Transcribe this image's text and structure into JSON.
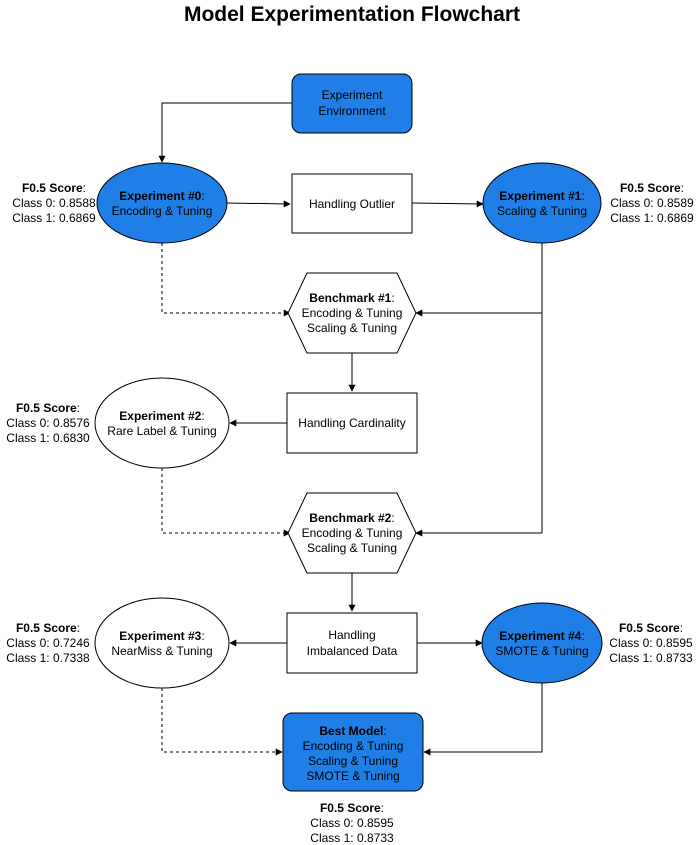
{
  "title": "Model Experimentation Flowchart",
  "nodes": {
    "env": {
      "lines": [
        "Experiment",
        "Environment"
      ]
    },
    "exp0": {
      "bold": "Experiment #0",
      "rest": ":",
      "line2": "Encoding & Tuning"
    },
    "exp1": {
      "bold": "Experiment #1",
      "rest": ":",
      "line2": "Scaling & Tuning"
    },
    "exp2": {
      "bold": "Experiment #2",
      "rest": ":",
      "line2": "Rare Label & Tuning"
    },
    "exp3": {
      "bold": "Experiment #3",
      "rest": ":",
      "line2": "NearMiss & Tuning"
    },
    "exp4": {
      "bold": "Experiment #4",
      "rest": ":",
      "line2": "SMOTE & Tuning"
    },
    "outlier": {
      "lines": [
        "Handling Outlier"
      ]
    },
    "cardinality": {
      "lines": [
        "Handling Cardinality"
      ]
    },
    "imbalanced": {
      "lines": [
        "Handling",
        "Imbalanced Data"
      ]
    },
    "bench1": {
      "bold": "Benchmark #1",
      "rest": ":",
      "line2": "Encoding & Tuning",
      "line3": "Scaling & Tuning"
    },
    "bench2": {
      "bold": "Benchmark #2",
      "rest": ":",
      "line2": "Encoding & Tuning",
      "line3": "Scaling & Tuning"
    },
    "best": {
      "bold": "Best Model",
      "rest": ":",
      "line2": "Encoding & Tuning",
      "line3": "Scaling & Tuning",
      "line4": "SMOTE & Tuning"
    }
  },
  "scores": {
    "exp0": {
      "label": "F0.5 Score",
      "rest": ":",
      "class0": "Class 0: 0.8588",
      "class1": "Class 1: 0.6869"
    },
    "exp1": {
      "label": "F0.5 Score",
      "rest": ":",
      "class0": "Class 0: 0.8589",
      "class1": "Class 1: 0.6869"
    },
    "exp2": {
      "label": "F0.5 Score",
      "rest": ":",
      "class0": "Class 0: 0.8576",
      "class1": "Class 1: 0.6830"
    },
    "exp3": {
      "label": "F0.5 Score",
      "rest": ":",
      "class0": "Class 0: 0.7246",
      "class1": "Class 1: 0.7338"
    },
    "exp4": {
      "label": "F0.5 Score",
      "rest": ":",
      "class0": "Class 0: 0.8595",
      "class1": "Class 1: 0.8733"
    },
    "best": {
      "label": "F0.5 Score",
      "rest": ":",
      "class0": "Class 0: 0.8595",
      "class1": "Class 1: 0.8733"
    }
  },
  "colors": {
    "node_fill": "#1f7fe6",
    "plain_fill": "#ffffff",
    "stroke": "#000000"
  }
}
